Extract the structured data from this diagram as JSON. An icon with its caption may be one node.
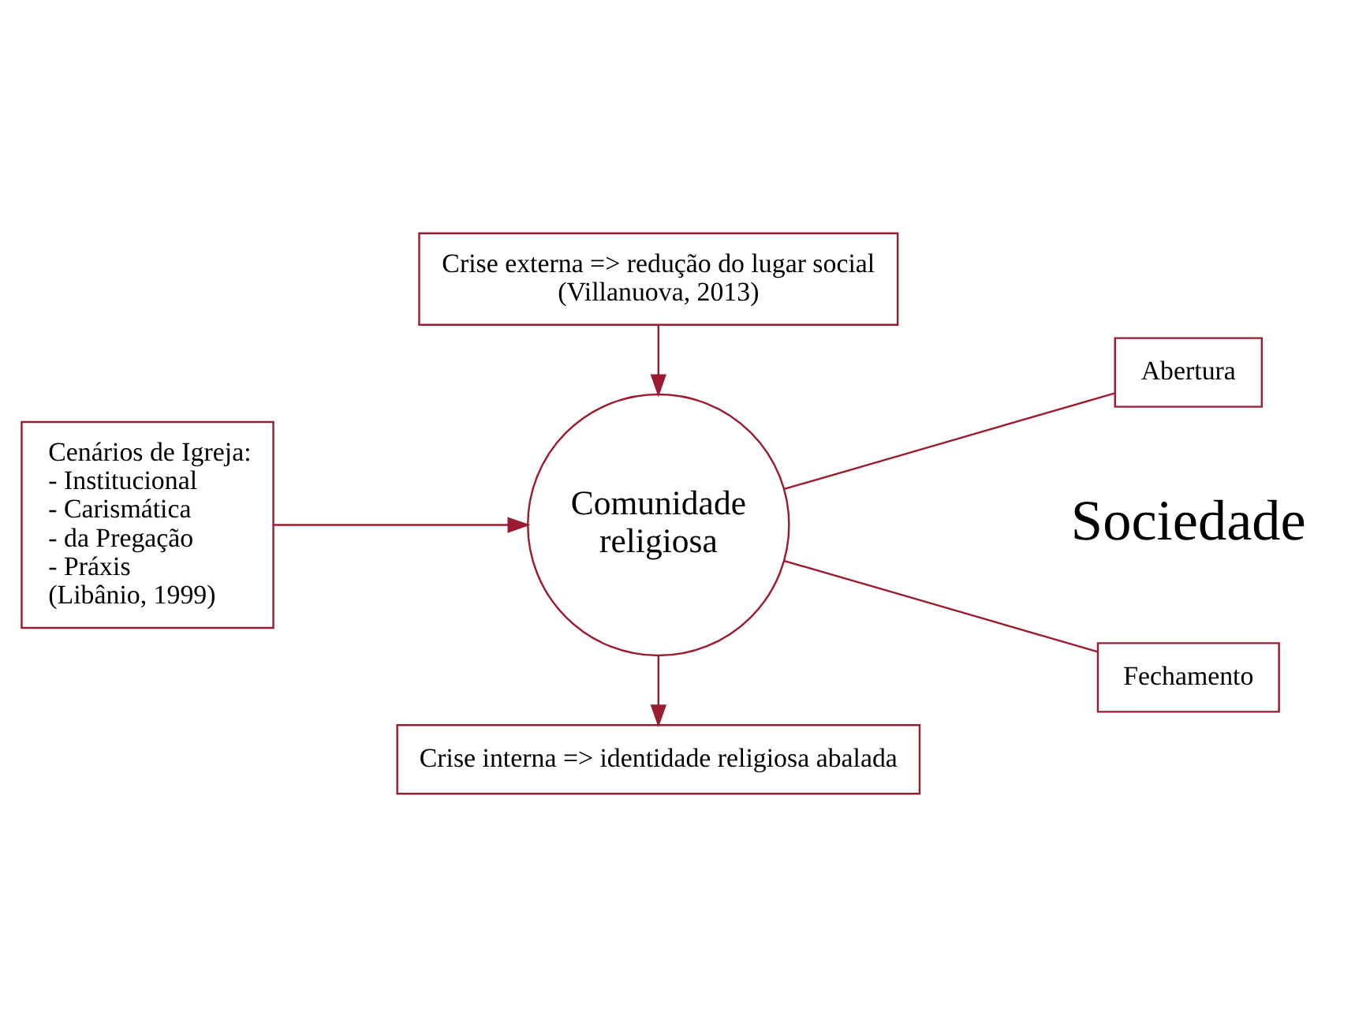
{
  "diagram": {
    "nodes": [
      {
        "text": [
          "Crise externa => redução do lugar social",
          "(Villanuova, 2013)"
        ]
      },
      {
        "text": [
          "Cenários de Igreja:",
          "- Institucional",
          "- Carismática",
          "- da Pregação",
          "- Práxis",
          "(Libânio, 1999)"
        ]
      },
      {
        "text": [
          "Comunidade religiosa"
        ]
      },
      {
        "text": [
          "Abertura"
        ]
      },
      {
        "text": [
          "Fechamento"
        ]
      },
      {
        "text": [
          "Crise interna => identidade religiosa abalada"
        ]
      }
    ],
    "edges": [
      {
        "from": 0,
        "to": 2,
        "arrow": "to"
      },
      {
        "from": 1,
        "to": 2,
        "arrow": "to"
      },
      {
        "from": 2,
        "to": 3,
        "arrow": "none"
      },
      {
        "from": 2,
        "to": 4,
        "arrow": "none"
      },
      {
        "from": 2,
        "to": 5,
        "arrow": "to"
      }
    ],
    "labels": [
      "Sociedade"
    ]
  }
}
